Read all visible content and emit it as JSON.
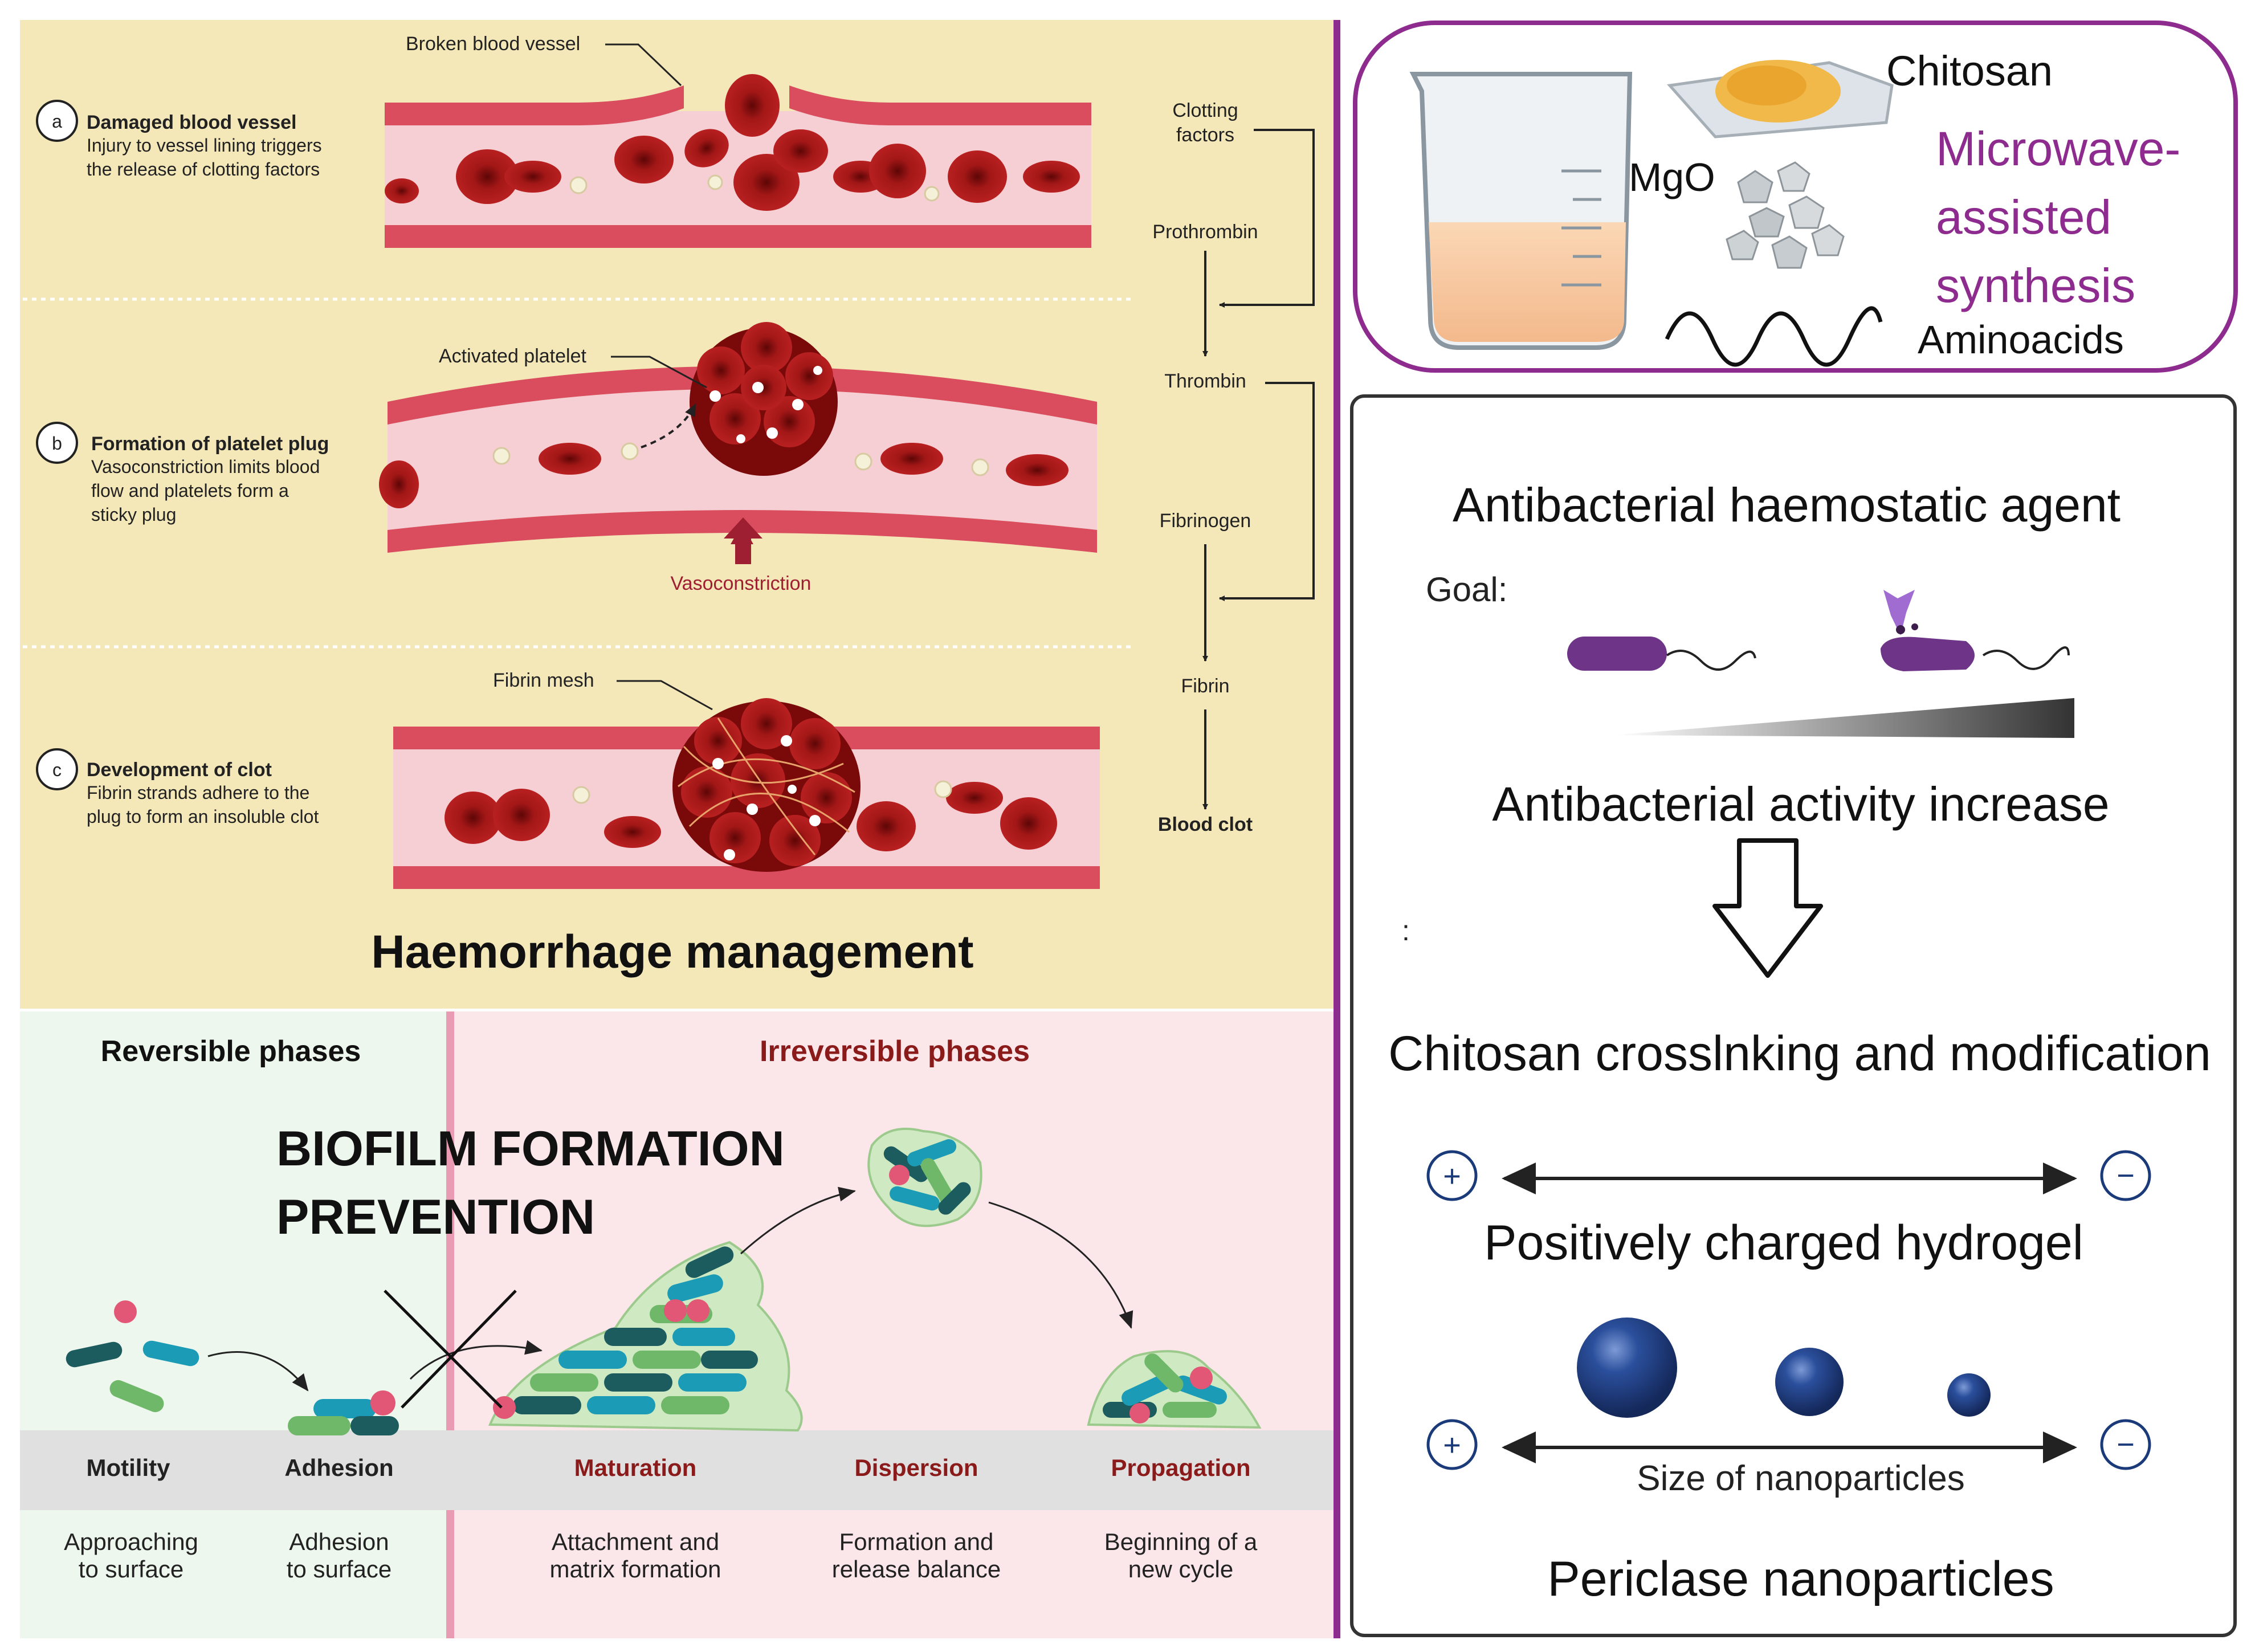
{
  "colors": {
    "haem_bg": "#f4e7b8",
    "reversible_bg": "#eef7ee",
    "irreversible_bg": "#fbe7ea",
    "vessel_wall": "#d94d5e",
    "vessel_lumen": "#f6cfd4",
    "rbc": "#a31717",
    "purple_frame": "#8e2b8e",
    "purple_text": "#8e2b8e",
    "dark_red_text": "#8b1a1a",
    "dark_frame": "#333333",
    "nanoparticle": "#23468f",
    "gray_band": "#e0e0e0"
  },
  "haemorrhage": {
    "stage_a": {
      "letter": "a",
      "title": "Damaged blood vessel",
      "desc": [
        "Injury to vessel lining triggers",
        "the release of clotting factors"
      ],
      "callout": "Broken blood vessel"
    },
    "stage_b": {
      "letter": "b",
      "title": "Formation of platelet plug",
      "desc": [
        "Vasoconstriction limits blood",
        "flow and platelets form a",
        "sticky plug"
      ],
      "callout": "Activated platelet",
      "arrow_label": "Vasoconstriction"
    },
    "stage_c": {
      "letter": "c",
      "title": "Development of clot",
      "desc": [
        "Fibrin strands adhere to the",
        "plug to form an insoluble clot"
      ],
      "callout": "Fibrin mesh"
    },
    "cascade": {
      "clotting_factors": [
        "Clotting",
        "factors"
      ],
      "prothrombin": "Prothrombin",
      "thrombin": "Thrombin",
      "fibrinogen": "Fibrinogen",
      "fibrin": "Fibrin",
      "blood_clot": "Blood clot"
    },
    "title": "Haemorrhage management"
  },
  "biofilm": {
    "reversible_label": "Reversible phases",
    "irreversible_label": "Irreversible phases",
    "overlay_title": [
      "BIOFILM FORMATION",
      "PREVENTION"
    ],
    "phases": [
      {
        "name": "Motility",
        "desc": [
          "Approaching",
          "to surface"
        ]
      },
      {
        "name": "Adhesion",
        "desc": [
          "Adhesion",
          "to surface"
        ]
      },
      {
        "name": "Maturation",
        "desc": [
          "Attachment and",
          "matrix formation"
        ]
      },
      {
        "name": "Dispersion",
        "desc": [
          "Formation and",
          "release balance"
        ]
      },
      {
        "name": "Propagation",
        "desc": [
          "Beginning of a",
          "new cycle"
        ]
      }
    ]
  },
  "synthesis": {
    "chitosan": "Chitosan",
    "mgo": "MgO",
    "aminoacids": "Aminoacids",
    "method": [
      "Microwave-",
      "assisted",
      "synthesis"
    ]
  },
  "agent": {
    "title": "Antibacterial haemostatic agent",
    "goal": "Goal:",
    "activity": "Antibacterial activity increase",
    "colon_mark": ":",
    "crosslinking": "Chitosan crosslnking and modification",
    "plus_symbol": "+",
    "minus_symbol": "−",
    "hydrogel": "Positively charged hydrogel",
    "size_label": "Size of nanoparticles",
    "periclase": "Periclase nanoparticles"
  }
}
